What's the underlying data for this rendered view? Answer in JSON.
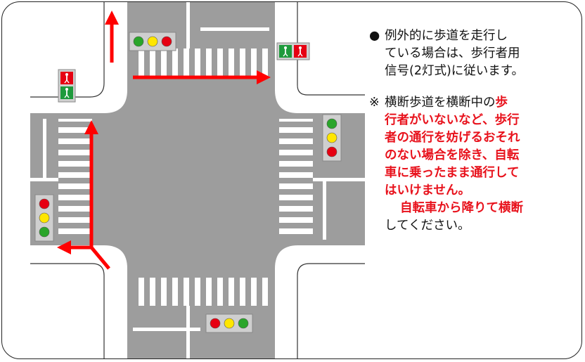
{
  "notes": {
    "bullet_mark": "●",
    "bullet_line1": "例外的に歩道を走行し",
    "bullet_line2": "ている場合は、歩行者用",
    "bullet_line3": "信号(2灯式)に従います。",
    "caution_mark": "※",
    "caution_head": "横断歩道を横断中の",
    "caution_red_1": "歩",
    "caution_red_lines": [
      "行者がいないなど、歩行",
      "者の通行を妨げるおそれ",
      "のない場合を除き、自転",
      "車に乗ったまま通行して",
      "はいけません。"
    ],
    "caution_red_last": "自転車から降りて横断",
    "caution_tail": "してください。"
  },
  "colors": {
    "road": "#9d9d9d",
    "crosswalk": "#ffffff",
    "arrow": "#ff0000",
    "signal_red": "#e60012",
    "signal_yellow": "#ffe600",
    "signal_green": "#2aa52a",
    "ped_green": "#1e9a3c"
  },
  "signals": {
    "vehicle_top": [
      "green",
      "yellow",
      "red"
    ],
    "vehicle_right": [
      "green",
      "yellow",
      "red"
    ],
    "vehicle_left": [
      "red",
      "yellow",
      "green"
    ],
    "vehicle_bottom": [
      "red",
      "yellow",
      "green"
    ],
    "pedestrian_left": [
      "red",
      "green"
    ],
    "pedestrian_top_right": [
      "green",
      "red"
    ]
  }
}
